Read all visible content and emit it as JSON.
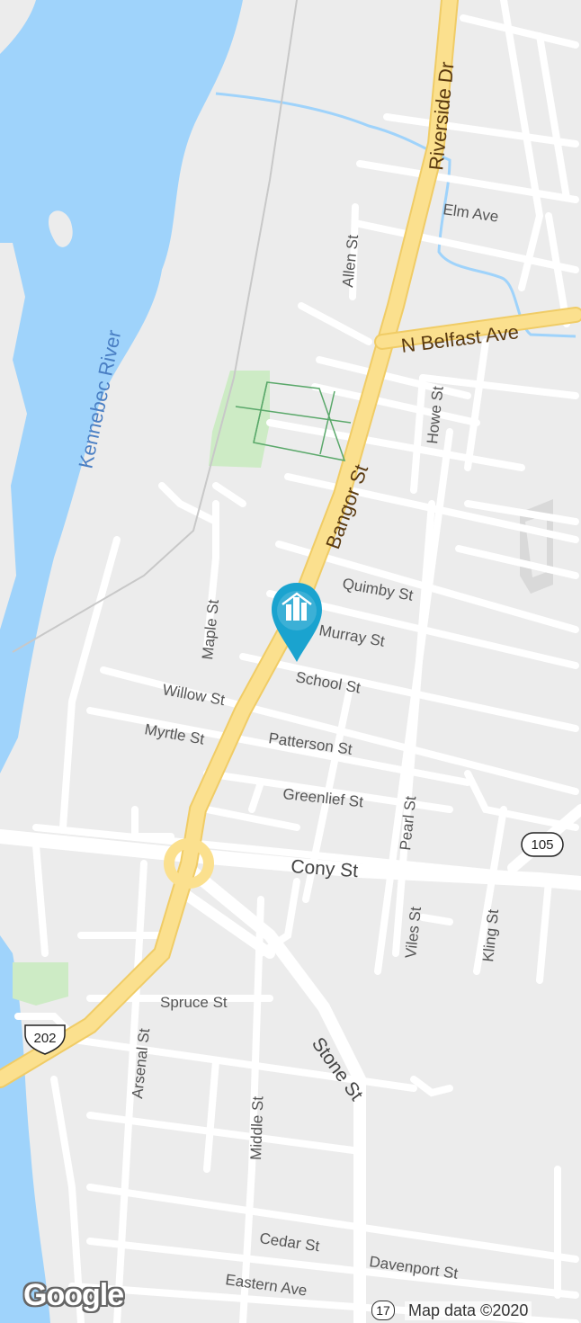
{
  "map": {
    "water": {
      "river_name": "Kennebec River",
      "color": "#9fd3fb"
    },
    "colors": {
      "land": "#ececec",
      "road": "#ffffff",
      "highway": "#fbe08e",
      "highway_edge": "#f0cc66",
      "park": "#cdebc5",
      "pin": "#1aa3cf"
    },
    "streets": {
      "riverside_dr": "Riverside Dr",
      "elm_ave": "Elm Ave",
      "allen_st": "Allen St",
      "n_belfast_ave": "N Belfast Ave",
      "howe_st": "Howe St",
      "bangor_st": "Bangor St",
      "quimby_st": "Quimby St",
      "maple_st": "Maple St",
      "murray_st": "Murray St",
      "school_st": "School St",
      "willow_st": "Willow St",
      "myrtle_st": "Myrtle St",
      "patterson_st": "Patterson St",
      "greenlief_st": "Greenlief St",
      "pearl_st": "Pearl St",
      "cony_st": "Cony St",
      "viles_st": "Viles St",
      "kling_st": "Kling St",
      "spruce_st": "Spruce St",
      "stone_st": "Stone St",
      "arsenal_st": "Arsenal St",
      "middle_st": "Middle St",
      "cedar_st": "Cedar St",
      "davenport_st": "Davenport St",
      "eastern_ave": "Eastern Ave"
    },
    "shields": {
      "route_105": "105",
      "route_202": "202"
    },
    "pin": {
      "icon": "building-icon"
    },
    "footer": {
      "logo": "Google",
      "route_17": "17",
      "attribution": "Map data ©2020"
    }
  }
}
